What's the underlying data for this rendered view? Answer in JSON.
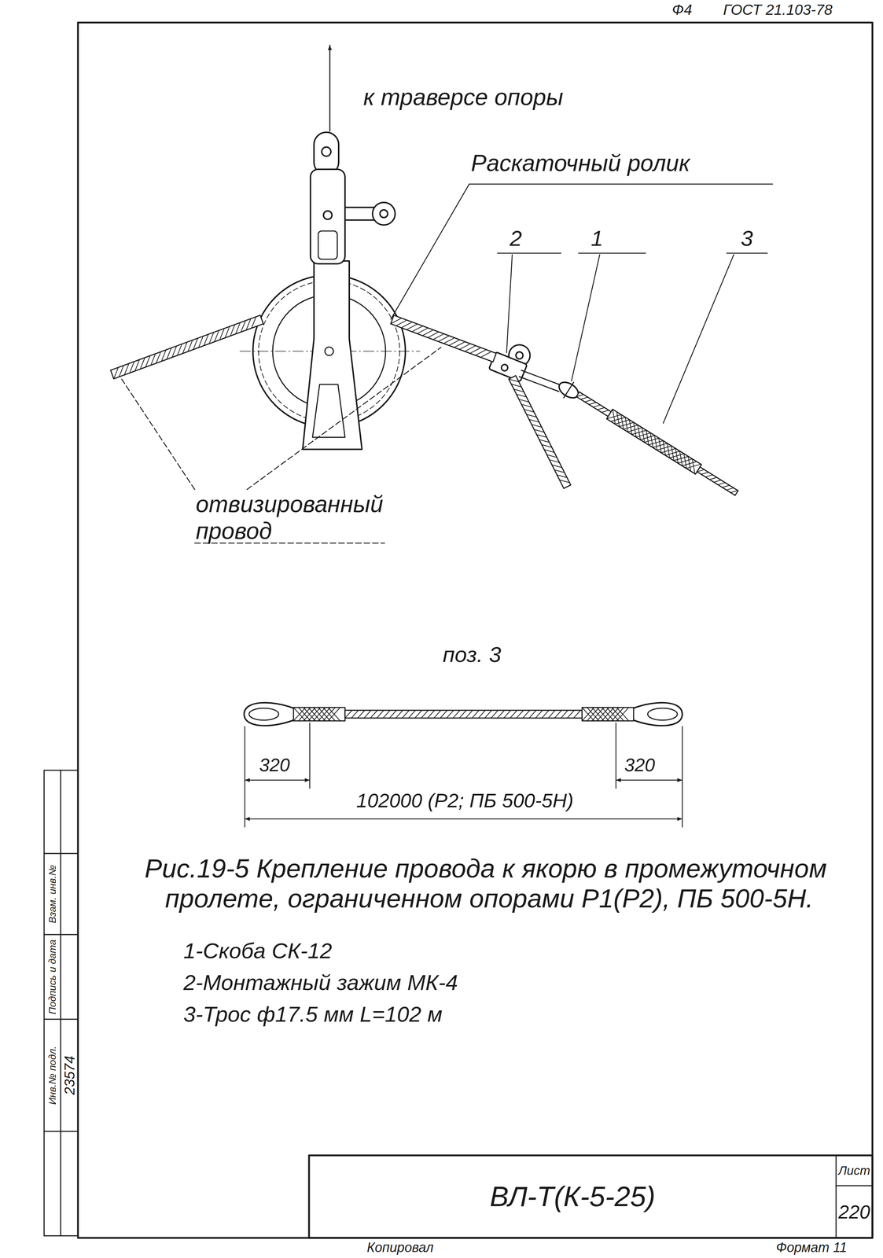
{
  "diagram": {
    "caption": "Рис.19-5 Крепление провода к якорю в промежуточном пролете, ограниченном опорами Р1(Р2), ПБ 500-5Н.",
    "nodes": [
      {
        "text": [
          "ВЛ-Т(К-5-25)"
        ]
      },
      {
        "text": [
          "Лист"
        ]
      },
      {
        "text": [
          "220"
        ]
      },
      {
        "text": [
          "Взам. инв.№"
        ]
      },
      {
        "text": [
          "Подпись и дата"
        ]
      },
      {
        "text": [
          "Инв.№ подл."
        ]
      },
      {
        "text": [
          "23574"
        ]
      }
    ],
    "labels": [
      "Ф4",
      "ГОСТ 21.103-78",
      "к траверсе опоры",
      "Раскаточный ролик",
      "2",
      "1",
      "3",
      "отвизированный провод",
      "поз. 3",
      "320",
      "320",
      "102000 (Р2; ПБ 500-5Н)",
      "1-Скоба СК-12",
      "2-Монтажный зажим МК-4",
      "3-Трос ф17.5 мм L=102 м",
      "Копировал",
      "Формат 11"
    ]
  }
}
